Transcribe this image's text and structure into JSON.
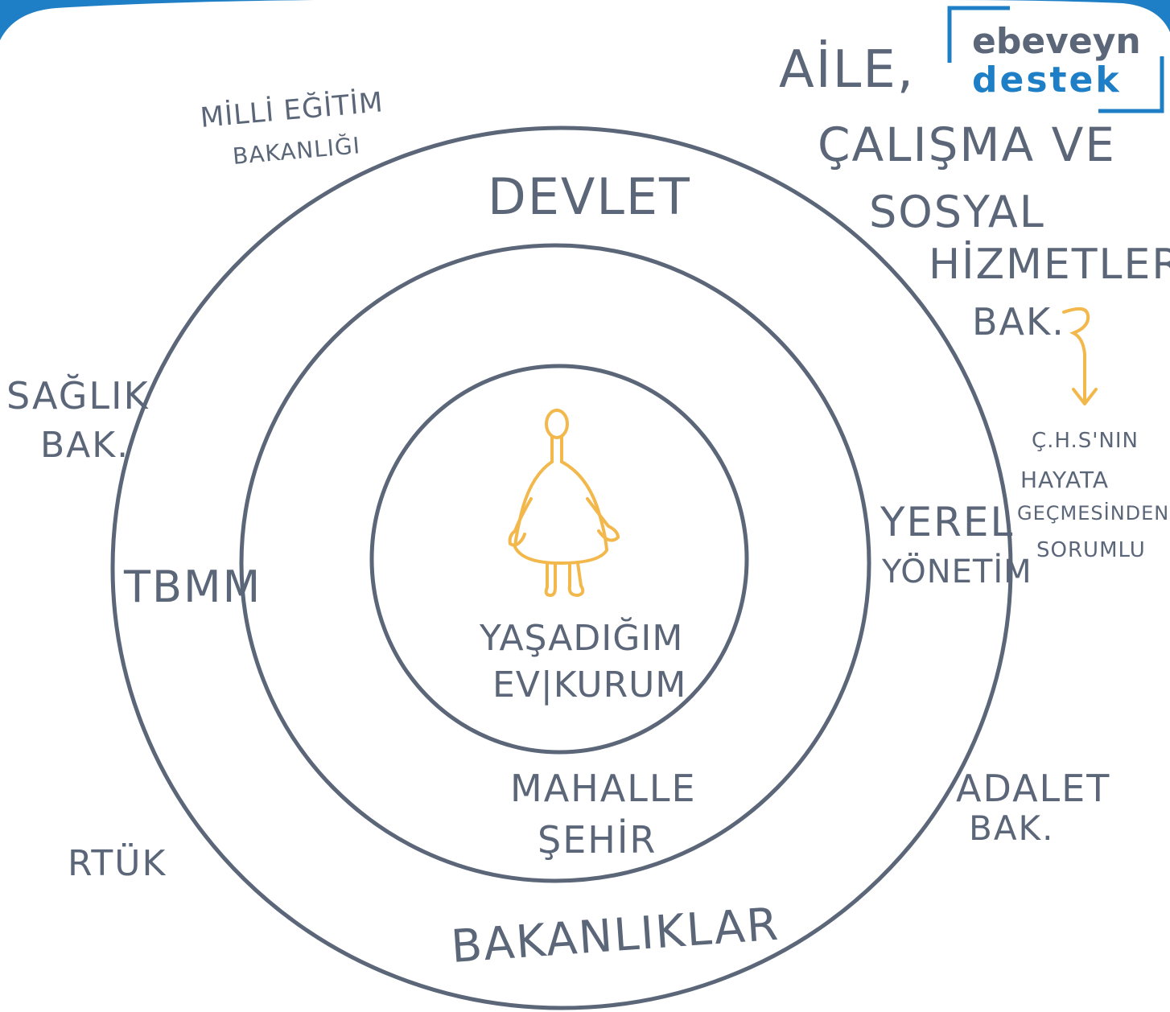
{
  "colors": {
    "ring": "#5b6678",
    "text": "#5b6678",
    "figure": "#f2b84b",
    "frame_blue": "#1f7fc6",
    "background": "#ffffff"
  },
  "logo": {
    "line1": "ebeveyn",
    "line2": "destek"
  },
  "rings": {
    "outer": "DEVLET",
    "middle_side_left": "TBMM",
    "middle_side_right_1": "YEREL",
    "middle_side_right_2": "YÖNETİM",
    "inner_bottom_1": "MAHALLE",
    "inner_bottom_2": "ŞEHİR",
    "center_1": "YAŞADIĞIM",
    "center_2": "EV|KURUM",
    "outer_bottom": "BAKANLIKLAR"
  },
  "outside": {
    "meb_1": "MİLLİ EĞİTİM",
    "meb_2": "BAKANLIĞI",
    "aile_1": "AİLE,",
    "aile_2": "ÇALIŞMA ve",
    "aile_3": "SOSYAL",
    "aile_4": "HİZMETLER",
    "aile_5": "BAK.",
    "saglik_1": "SAĞLIK",
    "saglik_2": "BAK.",
    "note_1": "Ç.H.S'nin",
    "note_2": "HAYATA",
    "note_3": "GEÇMESİNDEN",
    "note_4": "SORUMLU",
    "rtuk": "RTÜK",
    "adalet_1": "ADALET",
    "adalet_2": "BAK."
  }
}
